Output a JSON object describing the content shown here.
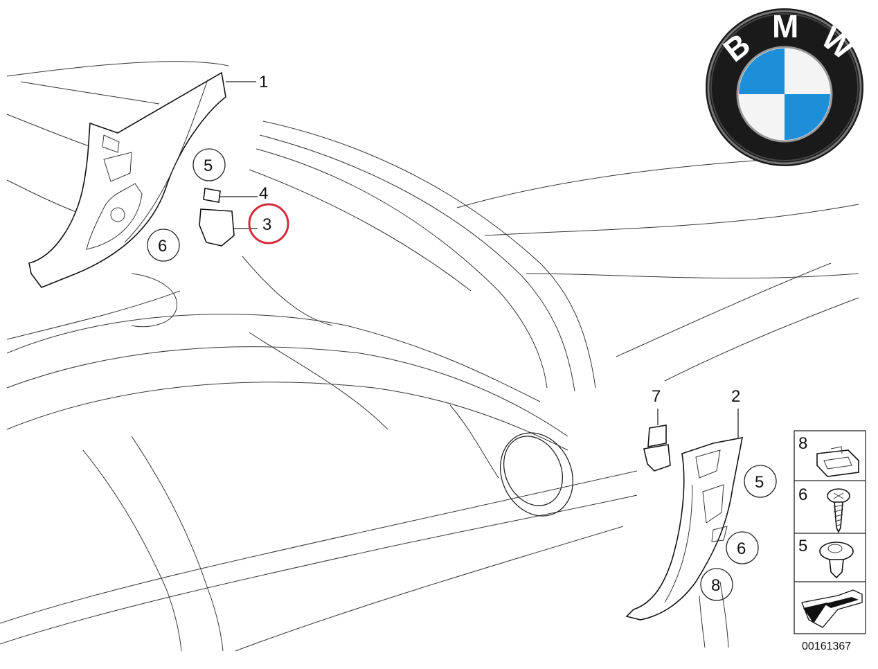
{
  "brand": {
    "letters": [
      "B",
      "M",
      "W"
    ],
    "colors": {
      "ring": "#1a1a1a",
      "blue": "#1c8fd8",
      "white": "#ffffff"
    }
  },
  "callouts": {
    "plain": [
      {
        "id": "c1",
        "label": "1"
      },
      {
        "id": "c4",
        "label": "4"
      },
      {
        "id": "c7",
        "label": "7"
      },
      {
        "id": "c2",
        "label": "2"
      }
    ],
    "circled": [
      {
        "id": "c5a",
        "label": "5"
      },
      {
        "id": "c6a",
        "label": "6"
      },
      {
        "id": "c3",
        "label": "3",
        "highlight": "#d42a3a"
      },
      {
        "id": "c5b",
        "label": "5"
      },
      {
        "id": "c6b",
        "label": "6"
      },
      {
        "id": "c8",
        "label": "8"
      }
    ]
  },
  "legend": [
    {
      "label": "8",
      "icon": "clip-icon"
    },
    {
      "label": "6",
      "icon": "screw-icon"
    },
    {
      "label": "5",
      "icon": "rivet-icon"
    },
    {
      "label": "",
      "icon": "arrow-icon"
    }
  ],
  "diagram_number": "00161367"
}
